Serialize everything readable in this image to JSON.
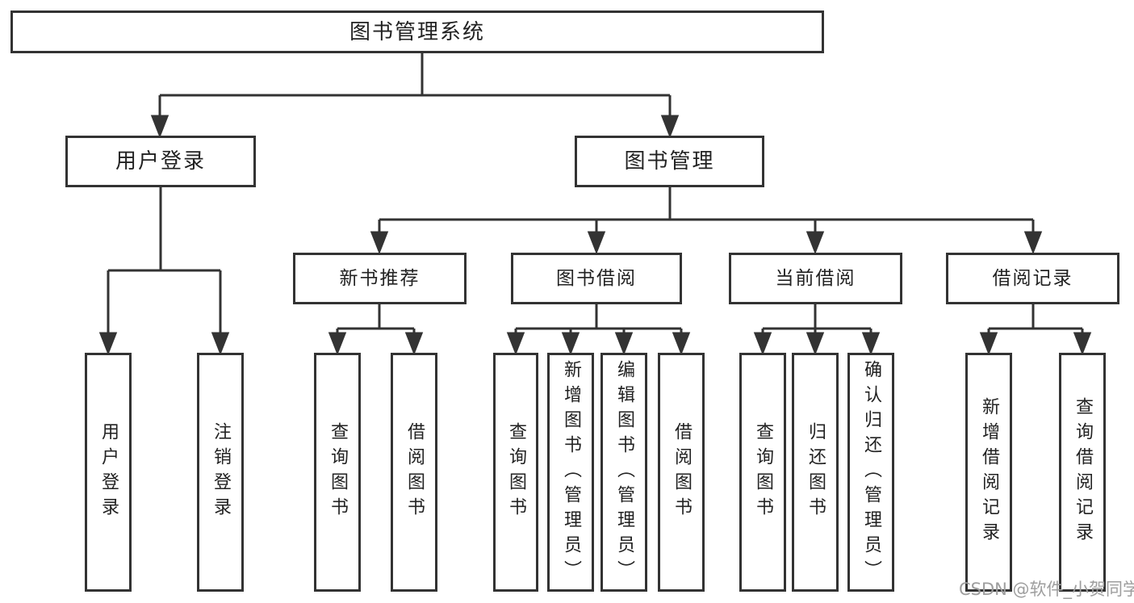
{
  "diagram": {
    "root": "图书管理系统",
    "branches": [
      {
        "label": "用户登录",
        "children": [
          "用户登录",
          "注销登录"
        ]
      },
      {
        "label": "图书管理",
        "groups": [
          {
            "label": "新书推荐",
            "children": [
              "查询图书",
              "借阅图书"
            ]
          },
          {
            "label": "图书借阅",
            "children": [
              "查询图书",
              "新增图书（管理员）",
              "编辑图书（管理员）",
              "借阅图书"
            ]
          },
          {
            "label": "当前借阅",
            "children": [
              "查询图书",
              "归还图书",
              "确认归还（管理员）"
            ]
          },
          {
            "label": "借阅记录",
            "children": [
              "新增借阅记录",
              "查询借阅记录"
            ]
          }
        ]
      }
    ]
  },
  "watermark": {
    "text": "CSDN @软件_小贺同学"
  },
  "colors": {
    "line": "#333333",
    "box_border": "#333333",
    "box_fill": "#ffffff",
    "text": "#222222",
    "watermark": "#9e9e9e",
    "background": "#ffffff"
  }
}
